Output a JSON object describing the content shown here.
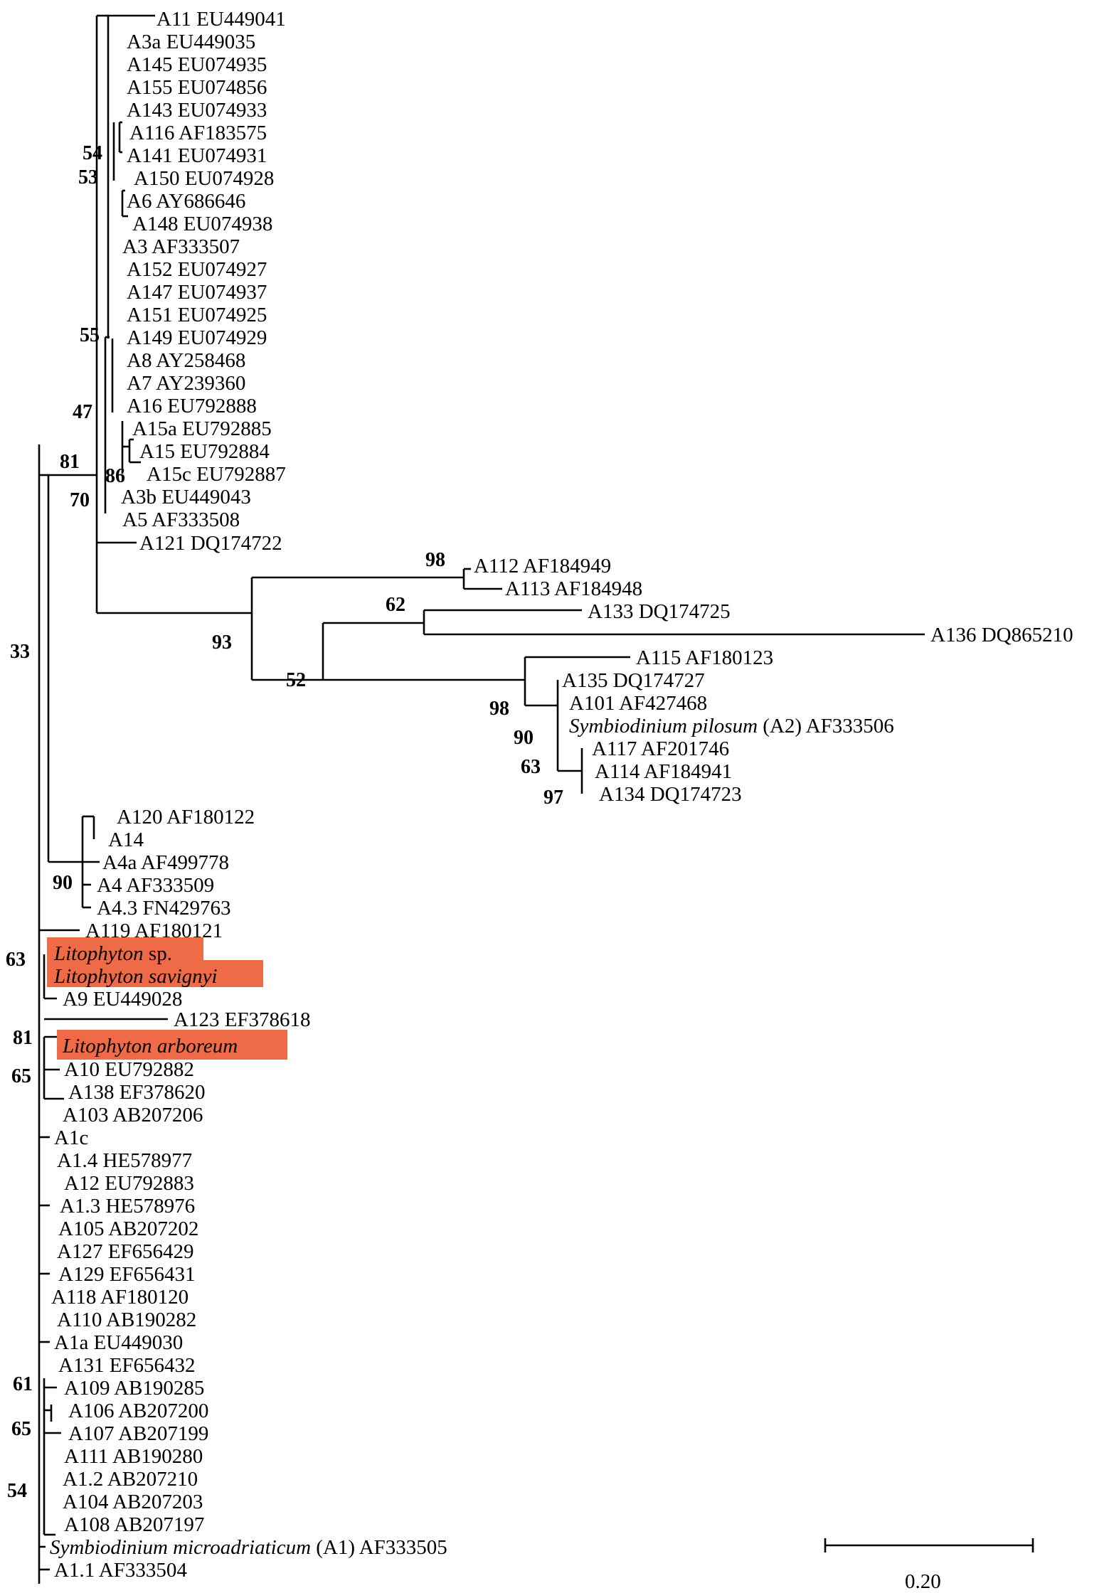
{
  "colors": {
    "highlight": "#EF6A47",
    "line": "#000000"
  },
  "scale_bar": {
    "label": "0.20"
  },
  "taxa": [
    {
      "id": "a11",
      "label": "A11 EU449041"
    },
    {
      "id": "a3a",
      "label": "A3a EU449035"
    },
    {
      "id": "a145",
      "label": "A145 EU074935"
    },
    {
      "id": "a155",
      "label": "A155 EU074856"
    },
    {
      "id": "a143",
      "label": "A143 EU074933"
    },
    {
      "id": "a116",
      "label": "A116 AF183575"
    },
    {
      "id": "a141",
      "label": "A141 EU074931"
    },
    {
      "id": "a150",
      "label": "A150 EU074928"
    },
    {
      "id": "a6",
      "label": "A6 AY686646"
    },
    {
      "id": "a148",
      "label": "A148 EU074938"
    },
    {
      "id": "a3",
      "label": "A3 AF333507"
    },
    {
      "id": "a152",
      "label": "A152 EU074927"
    },
    {
      "id": "a147",
      "label": "A147 EU074937"
    },
    {
      "id": "a151",
      "label": "A151 EU074925"
    },
    {
      "id": "a149",
      "label": "A149 EU074929"
    },
    {
      "id": "a8",
      "label": "A8 AY258468"
    },
    {
      "id": "a7",
      "label": "A7 AY239360"
    },
    {
      "id": "a16",
      "label": "A16 EU792888"
    },
    {
      "id": "a15a",
      "label": "A15a EU792885"
    },
    {
      "id": "a15",
      "label": "A15 EU792884"
    },
    {
      "id": "a15c",
      "label": "A15c EU792887"
    },
    {
      "id": "a3b",
      "label": "A3b EU449043"
    },
    {
      "id": "a5",
      "label": "A5 AF333508"
    },
    {
      "id": "a121",
      "label": "A121 DQ174722"
    },
    {
      "id": "a112",
      "label": "A112 AF184949"
    },
    {
      "id": "a113",
      "label": "A113 AF184948"
    },
    {
      "id": "a133",
      "label": "A133 DQ174725"
    },
    {
      "id": "a136",
      "label": "A136 DQ865210"
    },
    {
      "id": "a115",
      "label": "A115 AF180123"
    },
    {
      "id": "a135",
      "label": "A135 DQ174727"
    },
    {
      "id": "a101",
      "label": "A101 AF427468"
    },
    {
      "id": "pilosum",
      "italic": "Symbiodinium pilosum",
      "label": " (A2) AF333506"
    },
    {
      "id": "a117",
      "label": "A117 AF201746"
    },
    {
      "id": "a114",
      "label": "A114 AF184941"
    },
    {
      "id": "a134",
      "label": "A134 DQ174723"
    },
    {
      "id": "a120",
      "label": "A120 AF180122"
    },
    {
      "id": "a14",
      "label": "A14"
    },
    {
      "id": "a4a",
      "label": "A4a AF499778"
    },
    {
      "id": "a4",
      "label": "A4 AF333509"
    },
    {
      "id": "a43",
      "label": "A4.3 FN429763"
    },
    {
      "id": "a119",
      "label": "A119 AF180121"
    },
    {
      "id": "lit_sp",
      "italic": "Litophyton",
      "label": " sp.",
      "highlight": true
    },
    {
      "id": "lit_sav",
      "italic": "Litophyton savignyi",
      "label": "",
      "highlight": true
    },
    {
      "id": "a9",
      "label": "A9 EU449028"
    },
    {
      "id": "a123",
      "label": "A123 EF378618"
    },
    {
      "id": "lit_arb",
      "italic": "Litophyton arboreum",
      "label": "",
      "highlight": true
    },
    {
      "id": "a10",
      "label": "A10 EU792882"
    },
    {
      "id": "a138",
      "label": "A138 EF378620"
    },
    {
      "id": "a103",
      "label": "A103 AB207206"
    },
    {
      "id": "a1c",
      "label": "A1c"
    },
    {
      "id": "a14he",
      "label": "A1.4 HE578977"
    },
    {
      "id": "a12",
      "label": "A12 EU792883"
    },
    {
      "id": "a13he",
      "label": "A1.3 HE578976"
    },
    {
      "id": "a105",
      "label": "A105 AB207202"
    },
    {
      "id": "a127",
      "label": "A127 EF656429"
    },
    {
      "id": "a129",
      "label": "A129 EF656431"
    },
    {
      "id": "a118",
      "label": "A118 AF180120"
    },
    {
      "id": "a110",
      "label": "A110 AB190282"
    },
    {
      "id": "a1a",
      "label": "A1a EU449030"
    },
    {
      "id": "a131",
      "label": "A131 EF656432"
    },
    {
      "id": "a109",
      "label": "A109 AB190285"
    },
    {
      "id": "a106",
      "label": "A106 AB207200"
    },
    {
      "id": "a107",
      "label": "A107 AB207199"
    },
    {
      "id": "a111",
      "label": "A111 AB190280"
    },
    {
      "id": "a12ab",
      "label": "A1.2 AB207210"
    },
    {
      "id": "a104",
      "label": "A104 AB207203"
    },
    {
      "id": "a108",
      "label": "A108 AB207197"
    },
    {
      "id": "microad",
      "italic": "Symbiodinium microadriaticum",
      "label": " (A1) AF333505"
    },
    {
      "id": "a11af",
      "label": "A1.1 AF333504"
    }
  ],
  "supports": [
    {
      "id": "s54a",
      "value": "54"
    },
    {
      "id": "s53",
      "value": "53"
    },
    {
      "id": "s55",
      "value": "55"
    },
    {
      "id": "s47",
      "value": "47"
    },
    {
      "id": "s81a",
      "value": "81"
    },
    {
      "id": "s86",
      "value": "86"
    },
    {
      "id": "s70",
      "value": "70"
    },
    {
      "id": "s33",
      "value": "33"
    },
    {
      "id": "s98a",
      "value": "98"
    },
    {
      "id": "s62",
      "value": "62"
    },
    {
      "id": "s93",
      "value": "93"
    },
    {
      "id": "s52",
      "value": "52"
    },
    {
      "id": "s98b",
      "value": "98"
    },
    {
      "id": "s90a",
      "value": "90"
    },
    {
      "id": "s63a",
      "value": "63"
    },
    {
      "id": "s97",
      "value": "97"
    },
    {
      "id": "s90b",
      "value": "90"
    },
    {
      "id": "s63b",
      "value": "63"
    },
    {
      "id": "s81b",
      "value": "81"
    },
    {
      "id": "s65a",
      "value": "65"
    },
    {
      "id": "s61",
      "value": "61"
    },
    {
      "id": "s65b",
      "value": "65"
    },
    {
      "id": "s54b",
      "value": "54"
    }
  ]
}
